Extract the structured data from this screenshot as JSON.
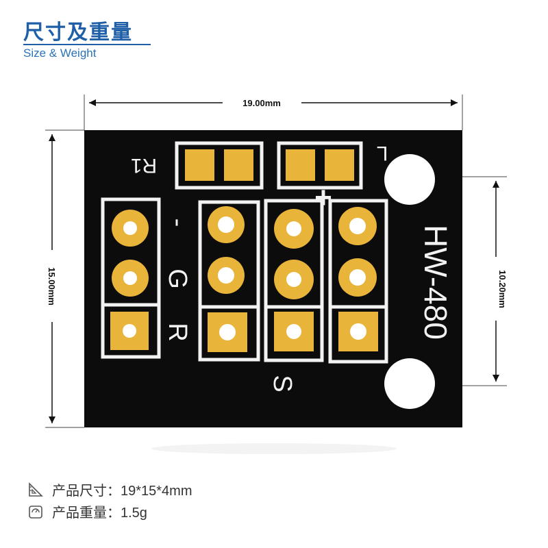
{
  "header": {
    "title": "尺寸及重量",
    "subtitle": "Size & Weight"
  },
  "dimensions": {
    "width": "19.00mm",
    "height": "15.00mm",
    "hole_spacing": "10.20mm"
  },
  "board": {
    "model": "HW-480",
    "resistor_label": "R1",
    "label_l": "L",
    "label_plus": "+",
    "label_minus": "-",
    "label_g": "G",
    "label_r": "R",
    "label_s": "S"
  },
  "specs": [
    {
      "icon": "ruler-triangle-icon",
      "label": "产品尺寸：",
      "value": "19*15*4mm"
    },
    {
      "icon": "scale-icon",
      "label": "产品重量：",
      "value": "1.5g"
    }
  ],
  "colors": {
    "title": "#1f5fa8",
    "board": "#0c0c0c",
    "pad": "#e8b43a",
    "silkscreen": "#f2f2f2"
  }
}
